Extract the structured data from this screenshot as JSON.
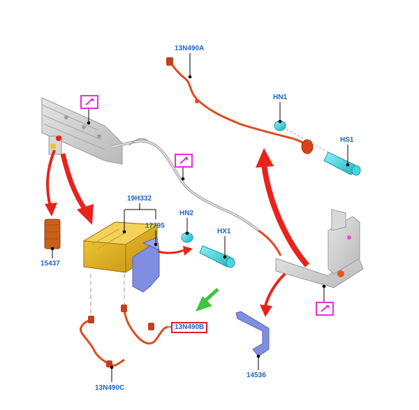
{
  "diagram": {
    "colors": {
      "callout_text": "#1e63c8",
      "highlight_box": "#e01a2a",
      "note_marker": "#e62ed8",
      "wire_harness": "#e04a1e",
      "module_body": "#e0a815",
      "bracket_blue": "#6f7fd6",
      "connector_cyan": "#3fd0dc",
      "direction_arrow_red": "#e8231b",
      "direction_arrow_green": "#3ec43e",
      "frame_gray": "#c8c8c8"
    },
    "callouts": {
      "harness_upper": "13N490A",
      "nut_upper": "HN1",
      "stud_upper": "HS1",
      "module": "19H332",
      "bracket": "17795",
      "nut_middle": "HN2",
      "bolt_middle": "HX1",
      "connector_left": "15437",
      "harness_b": "13N490B",
      "harness_c": "13N490C",
      "bracket_lower": "14536"
    },
    "icons": {
      "note_marker": "info-note-icon",
      "pointer": "green-pointer-arrow-icon"
    }
  }
}
